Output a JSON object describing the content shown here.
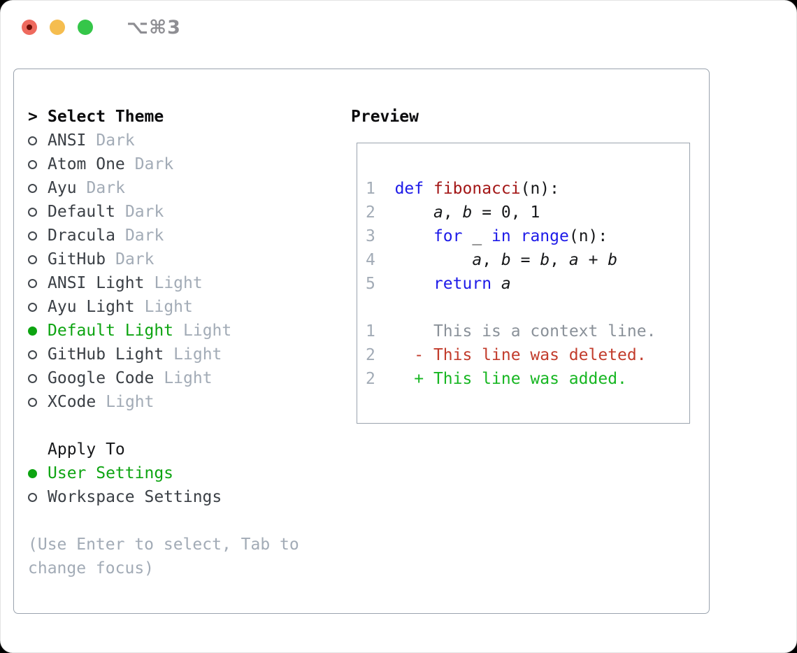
{
  "titlebar": {
    "shortcut": "⌥⌘3",
    "traffic_lights": [
      "close",
      "minimize",
      "zoom"
    ]
  },
  "theme_panel": {
    "header": {
      "cursor": ">",
      "label": "Select Theme"
    },
    "themes": [
      {
        "name": "ANSI",
        "badge": "Dark",
        "selected": false
      },
      {
        "name": "Atom One",
        "badge": "Dark",
        "selected": false
      },
      {
        "name": "Ayu",
        "badge": "Dark",
        "selected": false
      },
      {
        "name": "Default",
        "badge": "Dark",
        "selected": false
      },
      {
        "name": "Dracula",
        "badge": "Dark",
        "selected": false
      },
      {
        "name": "GitHub",
        "badge": "Dark",
        "selected": false
      },
      {
        "name": "ANSI Light",
        "badge": "Light",
        "selected": false
      },
      {
        "name": "Ayu Light",
        "badge": "Light",
        "selected": false
      },
      {
        "name": "Default Light",
        "badge": "Light",
        "selected": true
      },
      {
        "name": "GitHub Light",
        "badge": "Light",
        "selected": false
      },
      {
        "name": "Google Code",
        "badge": "Light",
        "selected": false
      },
      {
        "name": "XCode",
        "badge": "Light",
        "selected": false
      }
    ],
    "apply_to": {
      "label": "Apply To",
      "options": [
        {
          "name": "User Settings",
          "selected": true
        },
        {
          "name": "Workspace Settings",
          "selected": false
        }
      ]
    },
    "help_lines": [
      "(Use Enter to select, Tab to",
      "change focus)"
    ]
  },
  "preview": {
    "title": "Preview",
    "lines": [
      [
        [
          "1",
          "ln"
        ],
        [
          "  ",
          "pl"
        ],
        [
          "def",
          "kw"
        ],
        [
          " ",
          "pl"
        ],
        [
          "fibonacci",
          "fn"
        ],
        [
          "(n):",
          "pl"
        ]
      ],
      [
        [
          "2",
          "ln"
        ],
        [
          "      ",
          "pl"
        ],
        [
          "a",
          "var"
        ],
        [
          ", ",
          "pl"
        ],
        [
          "b",
          "var"
        ],
        [
          " = 0, 1",
          "pl"
        ]
      ],
      [
        [
          "3",
          "ln"
        ],
        [
          "      ",
          "pl"
        ],
        [
          "for",
          "kw"
        ],
        [
          " _ ",
          "pl"
        ],
        [
          "in",
          "kw"
        ],
        [
          " ",
          "pl"
        ],
        [
          "range",
          "kw"
        ],
        [
          "(n):",
          "pl"
        ]
      ],
      [
        [
          "4",
          "ln"
        ],
        [
          "          ",
          "pl"
        ],
        [
          "a",
          "var"
        ],
        [
          ", ",
          "pl"
        ],
        [
          "b",
          "var"
        ],
        [
          " = ",
          "pl"
        ],
        [
          "b",
          "var"
        ],
        [
          ", ",
          "pl"
        ],
        [
          "a",
          "var"
        ],
        [
          " + ",
          "pl"
        ],
        [
          "b",
          "var"
        ]
      ],
      [
        [
          "5",
          "ln"
        ],
        [
          "      ",
          "pl"
        ],
        [
          "return",
          "kw"
        ],
        [
          " ",
          "pl"
        ],
        [
          "a",
          "var"
        ]
      ],
      [],
      [
        [
          "1",
          "ln"
        ],
        [
          "      ",
          "pl"
        ],
        [
          "This is a context line.",
          "ctx"
        ]
      ],
      [
        [
          "2",
          "ln"
        ],
        [
          "    ",
          "pl"
        ],
        [
          "- This line was deleted.",
          "del"
        ]
      ],
      [
        [
          "2",
          "ln"
        ],
        [
          "    ",
          "pl"
        ],
        [
          "+ This line was added.",
          "add"
        ]
      ]
    ]
  },
  "colors": {
    "accent_green": "#0DA411",
    "added_green": "#17B622",
    "deleted_red": "#C23C2C",
    "keyword_blue": "#1D1AE8",
    "function_red": "#A31616",
    "muted_gray": "#A2ABB6",
    "context_gray": "#8A9199",
    "text_dark": "#17181A",
    "theme_name_gray": "#3A3F45",
    "border_gray": "#9AA3AE",
    "traffic_red": "#EE6A5E",
    "traffic_red_dot": "#6B0D05",
    "traffic_yellow": "#F5BD4F",
    "traffic_green": "#35C649",
    "shortcut_gray": "#8E8E93"
  }
}
